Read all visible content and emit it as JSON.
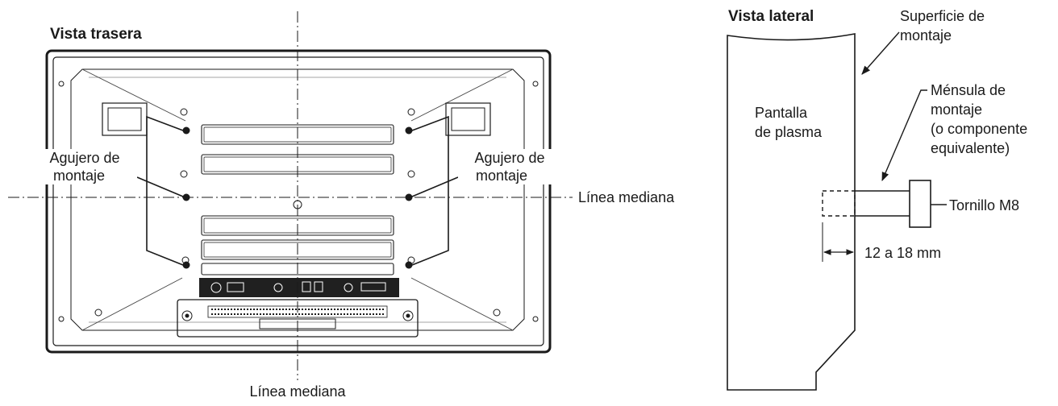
{
  "rear_view": {
    "title": "Vista trasera",
    "mount_hole_label_left_1": "Agujero de",
    "mount_hole_label_left_2": "montaje",
    "mount_hole_label_right_1": "Agujero de",
    "mount_hole_label_right_2": "montaje",
    "centerline_horizontal": "Línea mediana",
    "centerline_vertical": "Línea mediana"
  },
  "side_view": {
    "title": "Vista lateral",
    "mount_surface_1": "Superficie de",
    "mount_surface_2": "montaje",
    "plasma_1": "Pantalla",
    "plasma_2": "de plasma",
    "bracket_1": "Ménsula de",
    "bracket_2": "montaje",
    "bracket_3": "(o componente",
    "bracket_4": "equivalente)",
    "screw": "Tornillo M8",
    "depth": "12 a 18 mm"
  },
  "colors": {
    "line": "#1a1a1a",
    "panel": "#ffffff",
    "accent_dark": "#202020"
  }
}
